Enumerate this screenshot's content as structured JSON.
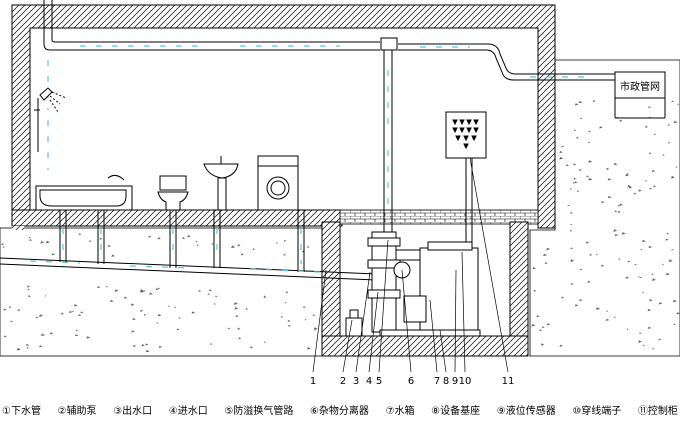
{
  "diagram": {
    "municipal_network_label": "市政管网",
    "callout_numbers": [
      "1",
      "2",
      "3",
      "4",
      "5",
      "6",
      "7",
      "8",
      "9",
      "10",
      "11"
    ],
    "legend": [
      "①下水管",
      "②辅助泵",
      "③出水口",
      "④进水口",
      "⑤防溢换气管路",
      "⑥杂物分离器",
      "⑦水箱",
      "⑧设备基座",
      "⑨液位传感器",
      "⑩穿线端子",
      "⑪控制柜"
    ],
    "colors": {
      "line": "#000000",
      "water_flow": "#55c8e8",
      "ground_speckle": "#666666"
    }
  }
}
